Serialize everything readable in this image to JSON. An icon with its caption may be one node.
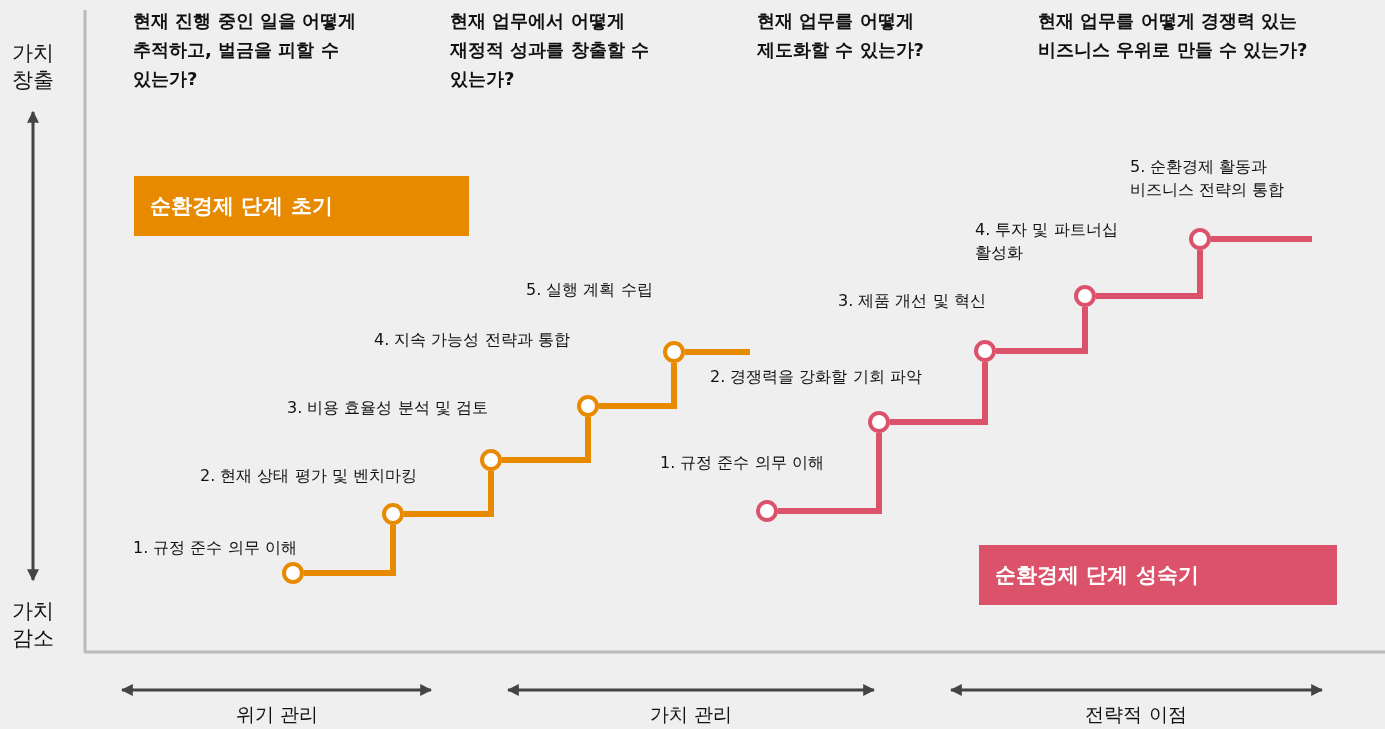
{
  "diagram": {
    "nodes": [
      {
        "text": [
          "순환경제 단계 초기"
        ]
      },
      {
        "text": [],
        "shape": "circle",
        "beside": [
          "1. 규정 준수 의무 이해"
        ]
      },
      {
        "text": [],
        "shape": "circle",
        "beside": [
          "2. 현재 상태 평가 및 벤치마킹"
        ]
      },
      {
        "text": [],
        "shape": "circle",
        "beside": [
          "3. 비용 효율성 분석 및 검토"
        ]
      },
      {
        "text": [],
        "shape": "circle",
        "beside": [
          "4. 지속 가능성 전략과 통합"
        ]
      },
      {
        "text": [],
        "shape": "circle",
        "beside": [
          "5. 실행 계획 수립"
        ]
      },
      {
        "text": [],
        "shape": "circle",
        "beside": [
          "1. 규정 준수 의무 이해"
        ]
      },
      {
        "text": [],
        "shape": "circle",
        "beside": [
          "2. 경쟁력을 강화할 기회 파악"
        ]
      },
      {
        "text": [],
        "shape": "circle",
        "beside": [
          "3. 제품 개선 및 혁신"
        ]
      },
      {
        "text": [],
        "shape": "circle",
        "beside": [
          "4. 투자 및 파트너십 활성화"
        ]
      },
      {
        "text": [],
        "shape": "circle",
        "beside": [
          "5. 순환경제 활동과 비즈니스 전략의 통합"
        ]
      },
      {
        "text": [
          "순환경제 단계 성숙기"
        ]
      }
    ],
    "edges": [
      {
        "from": 1,
        "to": 2,
        "arrow": "none"
      },
      {
        "from": 2,
        "to": 3,
        "arrow": "none"
      },
      {
        "from": 3,
        "to": 4,
        "arrow": "none"
      },
      {
        "from": 4,
        "to": 5,
        "arrow": "none"
      },
      {
        "from": 5,
        "to": null,
        "arrow": "none"
      },
      {
        "from": 6,
        "to": 7,
        "arrow": "none",
        "color": "#dc526b"
      },
      {
        "from": 7,
        "to": 8,
        "arrow": "none",
        "color": "#dc526b"
      },
      {
        "from": 8,
        "to": 9,
        "arrow": "none",
        "color": "#dc526b"
      },
      {
        "from": 9,
        "to": 10,
        "arrow": "none",
        "color": "#dc526b"
      },
      {
        "from": 10,
        "to": null,
        "arrow": "none",
        "color": "#dc526b"
      }
    ],
    "labels": [
      "가치 창출",
      "현재 진행 중인 일을 어떻게 추적하고, 벌금을 피할 수 있는가?",
      "현재 업무에서 어떻게 재정적 성과를 창출할 수 있는가?",
      "현재 업무를 어떻게 제도화할 수 있는가?",
      "현재 업무를 어떻게 경쟁력 있는 비즈니스 우위로 만들 수 있는가?",
      "가치 감소",
      "위기 관리",
      "가치 관리",
      "전략적 이점"
    ]
  }
}
